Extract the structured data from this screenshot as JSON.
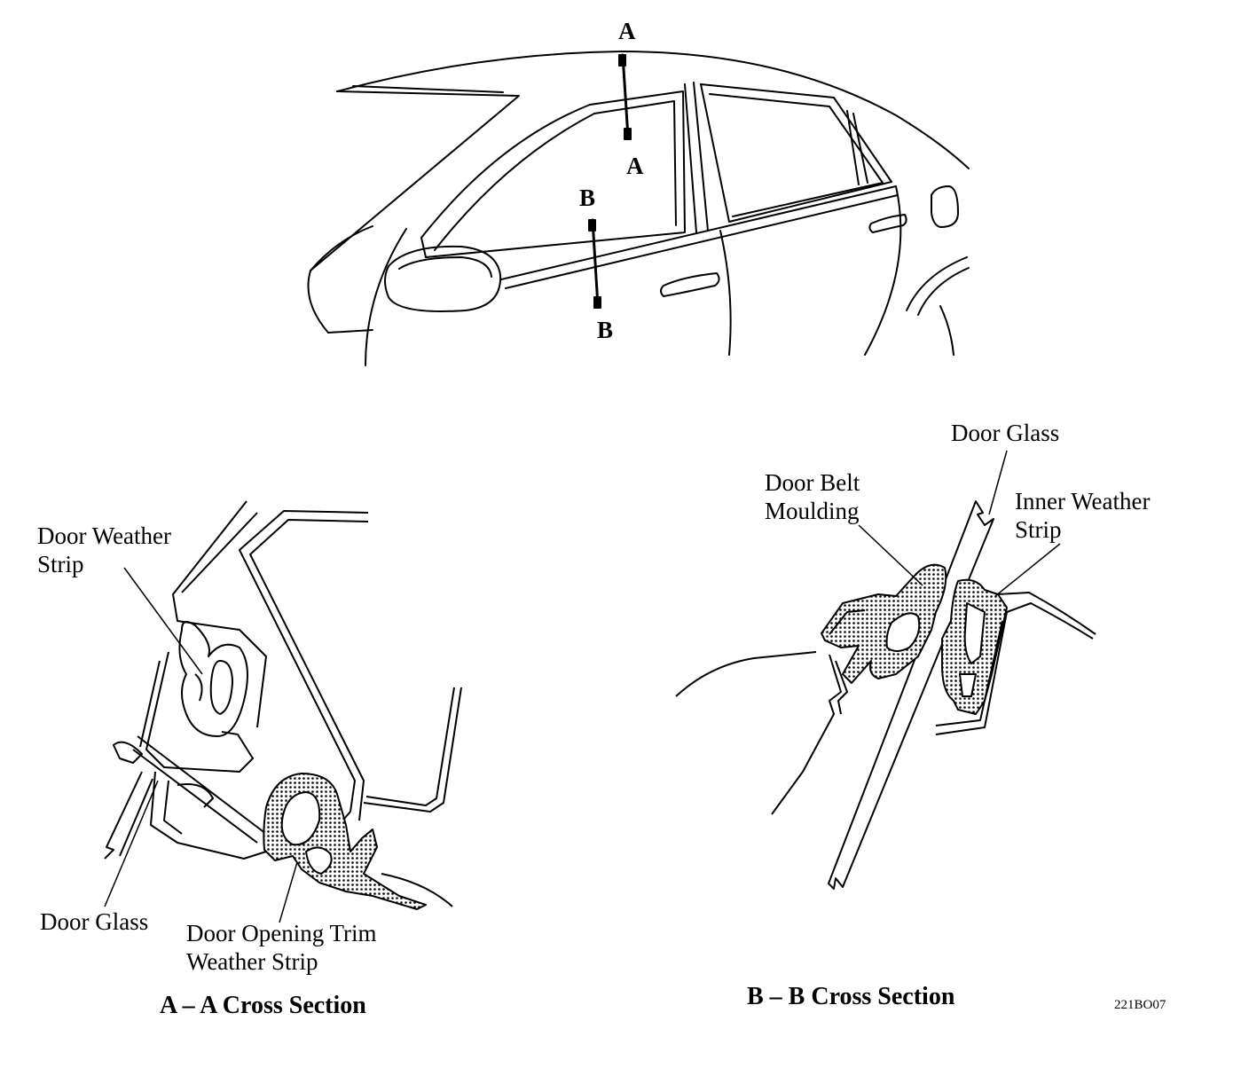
{
  "car_view": {
    "section_marks": {
      "a_top": "A",
      "a_bottom": "A",
      "b_top": "B",
      "b_bottom": "B"
    }
  },
  "section_a": {
    "labels": {
      "door_weather_strip": "Door Weather\nStrip",
      "door_glass": "Door Glass",
      "door_opening_trim": "Door Opening Trim\nWeather Strip"
    },
    "caption": "A – A Cross Section"
  },
  "section_b": {
    "labels": {
      "door_glass": "Door Glass",
      "door_belt_moulding": "Door Belt\nMoulding",
      "inner_weather_strip": "Inner Weather\nStrip"
    },
    "caption": "B – B Cross Section"
  },
  "figure_code": "221BO07"
}
